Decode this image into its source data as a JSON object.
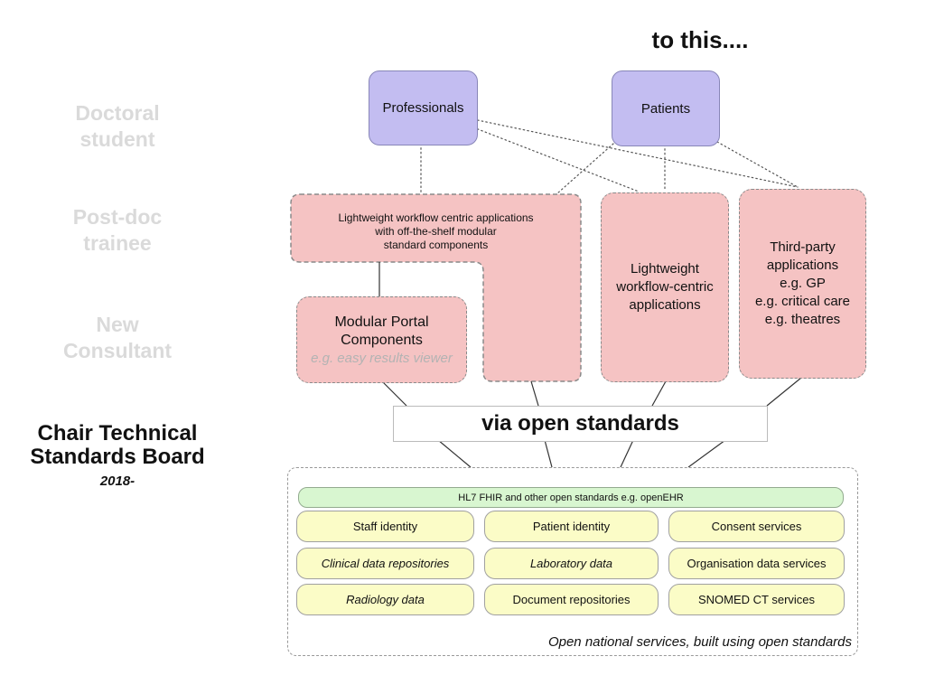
{
  "title": "to this....",
  "career_ladder": {
    "doctoral": "Doctoral\nstudent",
    "postdoc": "Post-doc\ntrainee",
    "consultant": "New\nConsultant",
    "chair": "Chair Technical\nStandards Board",
    "chair_dates": "2018-"
  },
  "actors": [
    {
      "id": "professionals",
      "label": "Professionals"
    },
    {
      "id": "patients",
      "label": "Patients"
    }
  ],
  "applications": {
    "modular_suite": "Lightweight workflow centric applications\nwith off-the-shelf modular\nstandard components",
    "modular_portal": {
      "title": "Modular Portal\nComponents",
      "subtitle": "e.g. easy results viewer"
    },
    "lightweight": "Lightweight\nworkflow-centric\napplications",
    "third_party": "Third-party\napplications\ne.g. GP\ne.g. critical care\ne.g. theatres"
  },
  "via_banner": "via open standards",
  "services": {
    "standards_bar": "HL7 FHIR and other open standards e.g. openEHR",
    "grid": [
      {
        "label": "Staff identity",
        "italic": false
      },
      {
        "label": "Patient identity",
        "italic": false
      },
      {
        "label": "Consent services",
        "italic": false
      },
      {
        "label": "Clinical data repositories",
        "italic": true
      },
      {
        "label": "Laboratory data",
        "italic": true
      },
      {
        "label": "Organisation data services",
        "italic": false
      },
      {
        "label": "Radiology data",
        "italic": true
      },
      {
        "label": "Document repositories",
        "italic": false
      },
      {
        "label": "SNOMED CT services",
        "italic": false
      }
    ],
    "caption": "Open national services, built using open standards"
  },
  "connections": {
    "dotted": [
      {
        "from": "professionals",
        "to": "modular-suite"
      },
      {
        "from": "professionals",
        "to": "lightweight-apps"
      },
      {
        "from": "professionals",
        "to": "third-party-apps"
      },
      {
        "from": "patients",
        "to": "modular-suite"
      },
      {
        "from": "patients",
        "to": "lightweight-apps"
      },
      {
        "from": "patients",
        "to": "third-party-apps"
      }
    ],
    "solid": [
      {
        "from": "modular-suite",
        "to": "modular-portal"
      },
      {
        "from": "modular-portal",
        "to": "via-banner"
      },
      {
        "from": "modular-suite",
        "to": "via-banner"
      },
      {
        "from": "lightweight-apps",
        "to": "via-banner"
      },
      {
        "from": "third-party-apps",
        "to": "via-banner"
      },
      {
        "from": "via-banner",
        "to": "open-national-services",
        "count": 4
      }
    ]
  },
  "colors": {
    "actor_fill": "#c3bdf1",
    "actor_border": "#8886b8",
    "app_fill": "#f5c3c3",
    "standards_fill": "#d8f6d0",
    "service_fill": "#fbfcc7",
    "ghost_text": "#dadada"
  }
}
